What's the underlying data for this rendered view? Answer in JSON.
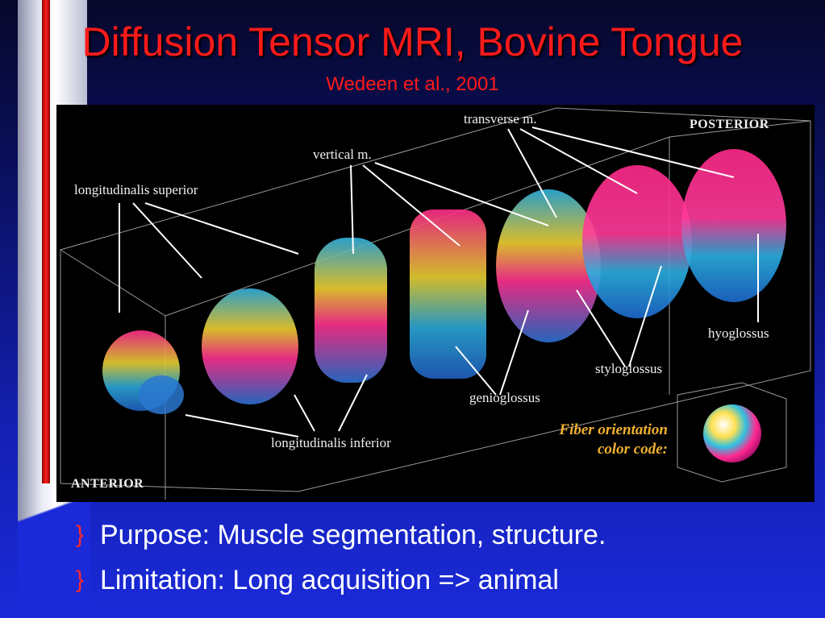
{
  "slide": {
    "title": "Diffusion Tensor MRI, Bovine Tongue",
    "subtitle": "Wedeen et al., 2001",
    "bullet_symbol": "}",
    "bullets": [
      "Purpose: Muscle segmentation, structure.",
      "Limitation:  Long acquisition => animal"
    ]
  },
  "figure": {
    "labels": {
      "transverse": "transverse m.",
      "posterior": "POSTERIOR",
      "vertical": "vertical m.",
      "long_superior": "longitudinalis superior",
      "hyoglossus": "hyoglossus",
      "styloglossus": "styloglossus",
      "genioglossus": "genioglossus",
      "fiber_line1": "Fiber orientation",
      "fiber_line2": "color code:",
      "long_inferior": "longitudinalis inferior",
      "anterior": "ANTERIOR"
    }
  }
}
